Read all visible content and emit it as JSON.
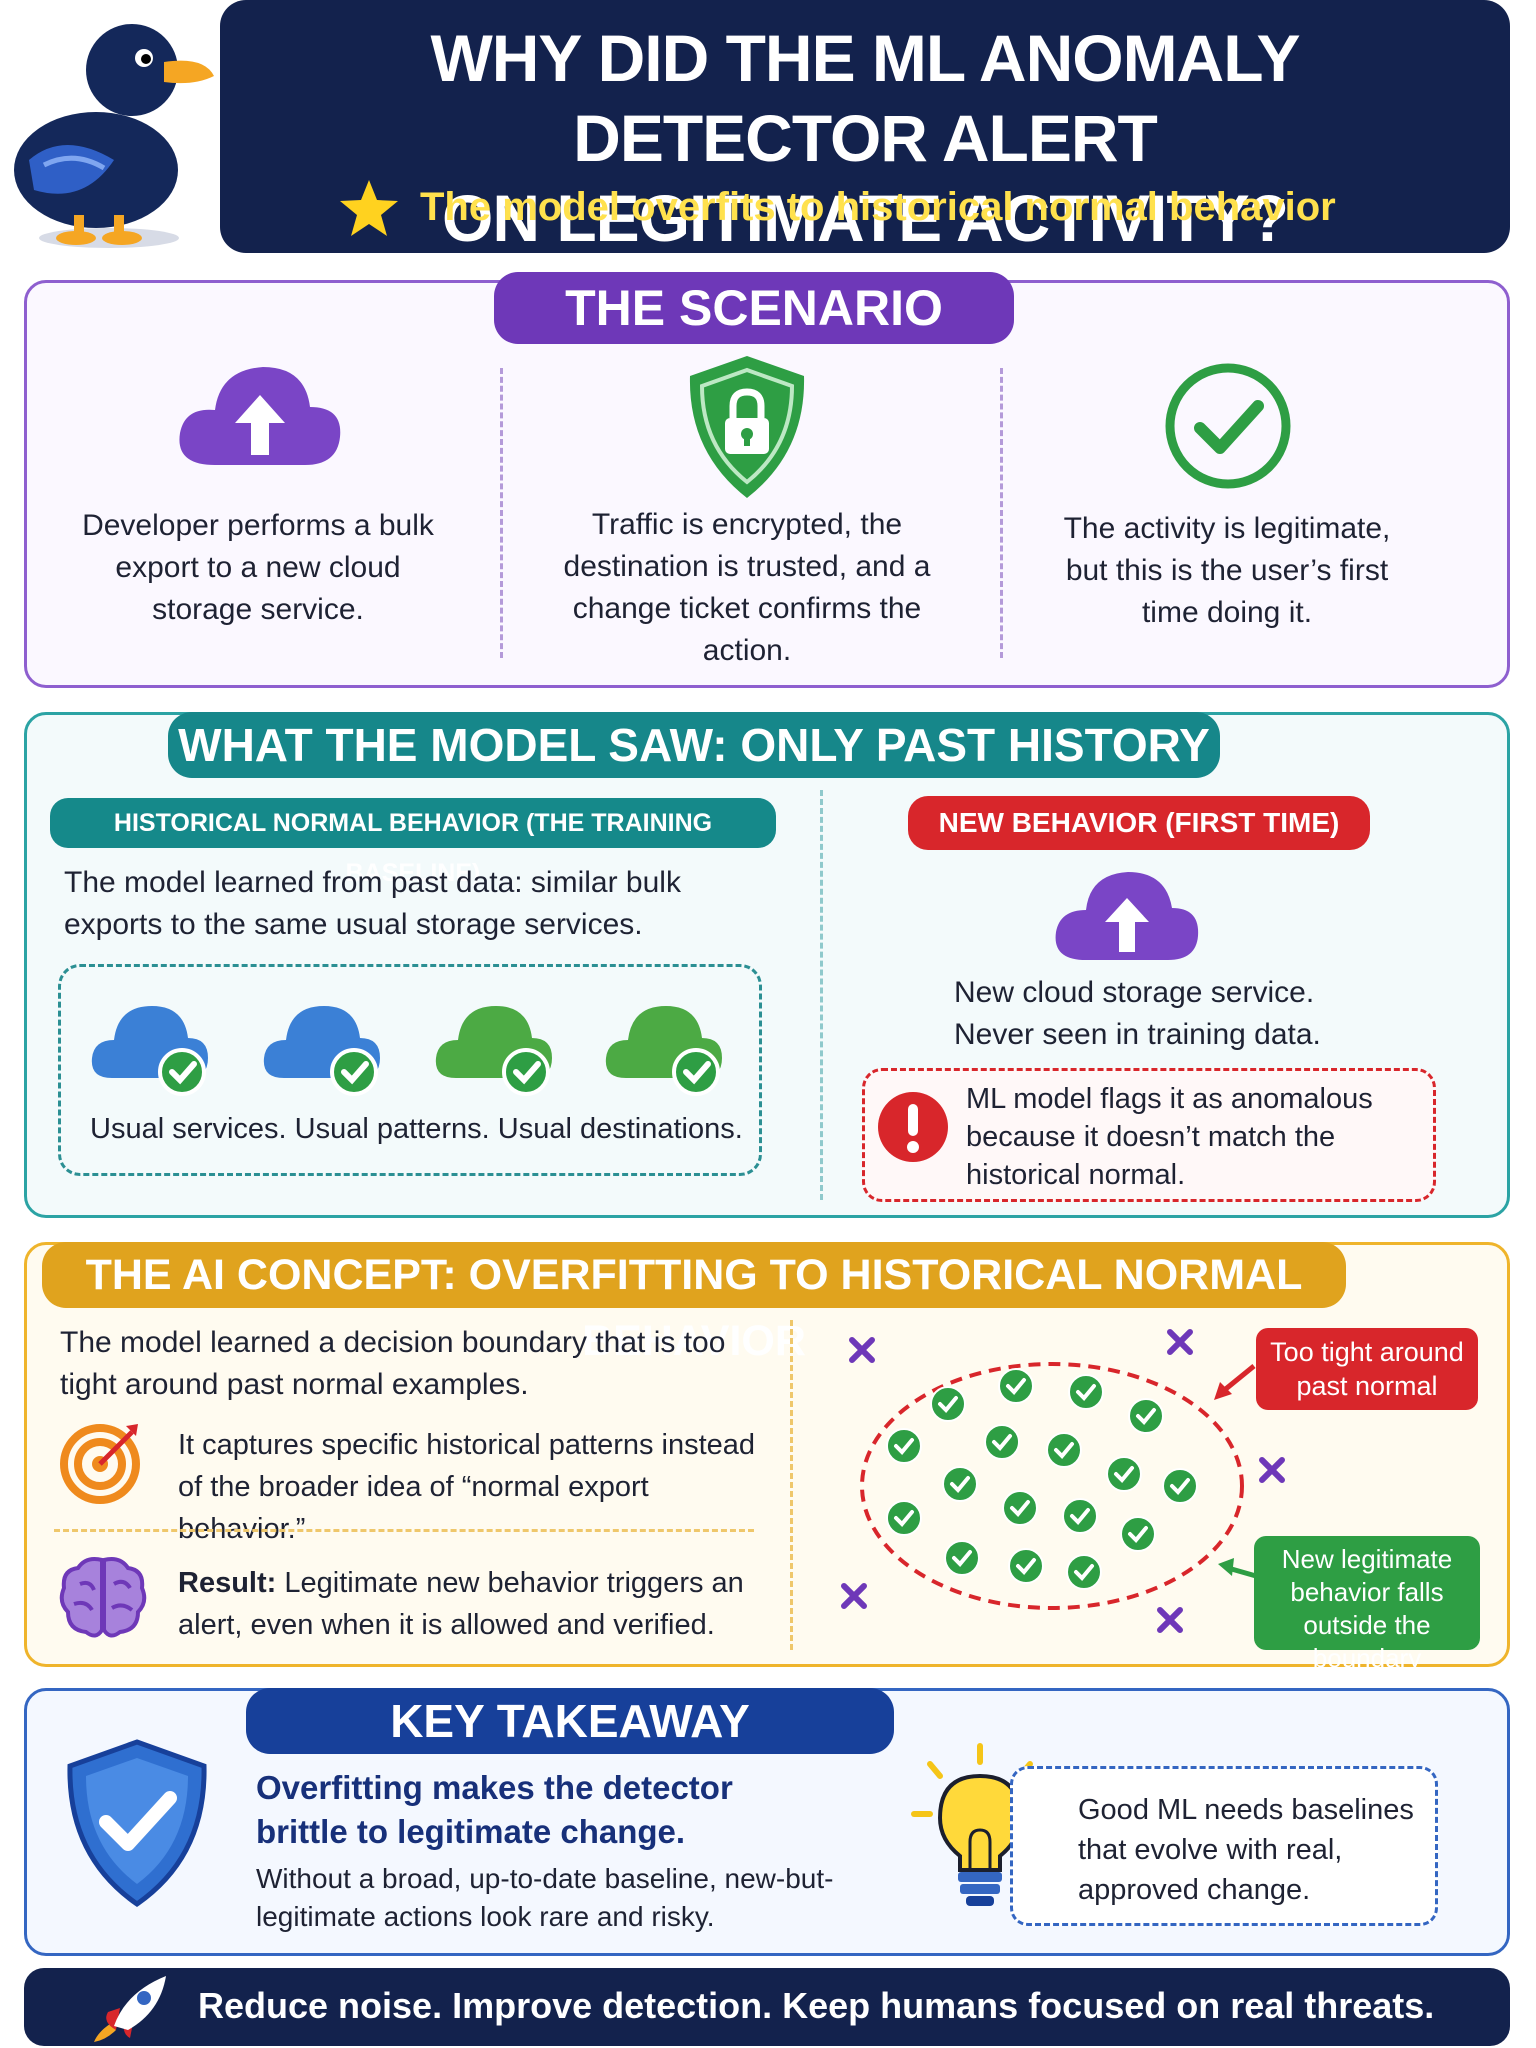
{
  "header": {
    "title_line1": "WHY DID THE ML ANOMALY DETECTOR ALERT",
    "title_line2": "ON LEGITIMATE ACTIVITY?",
    "subtitle": "The model overfits to historical normal behavior",
    "colors": {
      "bg": "#13224d",
      "subtitle": "#ffe14d"
    }
  },
  "scenario": {
    "title": "THE SCENARIO",
    "items": [
      {
        "icon": "cloud-upload-icon",
        "text": "Developer performs a bulk export to a new cloud storage service."
      },
      {
        "icon": "shield-lock-icon",
        "text": "Traffic is encrypted, the destination is trusted, and a change ticket confirms the action."
      },
      {
        "icon": "check-circle-icon",
        "text": "The activity is legitimate, but this is the user’s first time doing it."
      }
    ]
  },
  "model_saw": {
    "title": "WHAT THE MODEL SAW: ONLY PAST HISTORY",
    "historical": {
      "label": "HISTORICAL NORMAL BEHAVIOR (THE TRAINING BASELINE)",
      "text": "The model learned from past data: similar bulk exports to the same usual storage services.",
      "caption": "Usual services. Usual patterns. Usual destinations."
    },
    "new": {
      "label": "NEW BEHAVIOR (FIRST TIME)",
      "text": "New cloud storage service. Never seen in training data.",
      "alert": "ML model flags it as anomalous because it doesn’t match the historical normal."
    }
  },
  "concept": {
    "title": "THE AI CONCEPT: OVERFITTING TO HISTORICAL NORMAL BEHAVIOR",
    "intro": "The model learned a decision boundary that is too tight around past normal examples.",
    "point1": "It captures specific historical patterns instead of the broader idea of “normal export behavior.”",
    "point2_bold": "Result:",
    "point2": "Legitimate new behavior triggers an alert, even when it is allowed and verified.",
    "callout_red": "Too tight around past normal",
    "callout_green": "New legitimate behavior falls outside the boundary"
  },
  "takeaway": {
    "title": "KEY TAKEAWAY",
    "headline": "Overfitting makes the detector brittle to legitimate change.",
    "text": "Without a broad, up-to-date baseline, new-but-legitimate actions look rare and risky.",
    "tip": "Good ML needs baselines that evolve with real, approved change."
  },
  "footer": {
    "text": "Reduce noise. Improve detection. Keep humans focused on real threats."
  }
}
